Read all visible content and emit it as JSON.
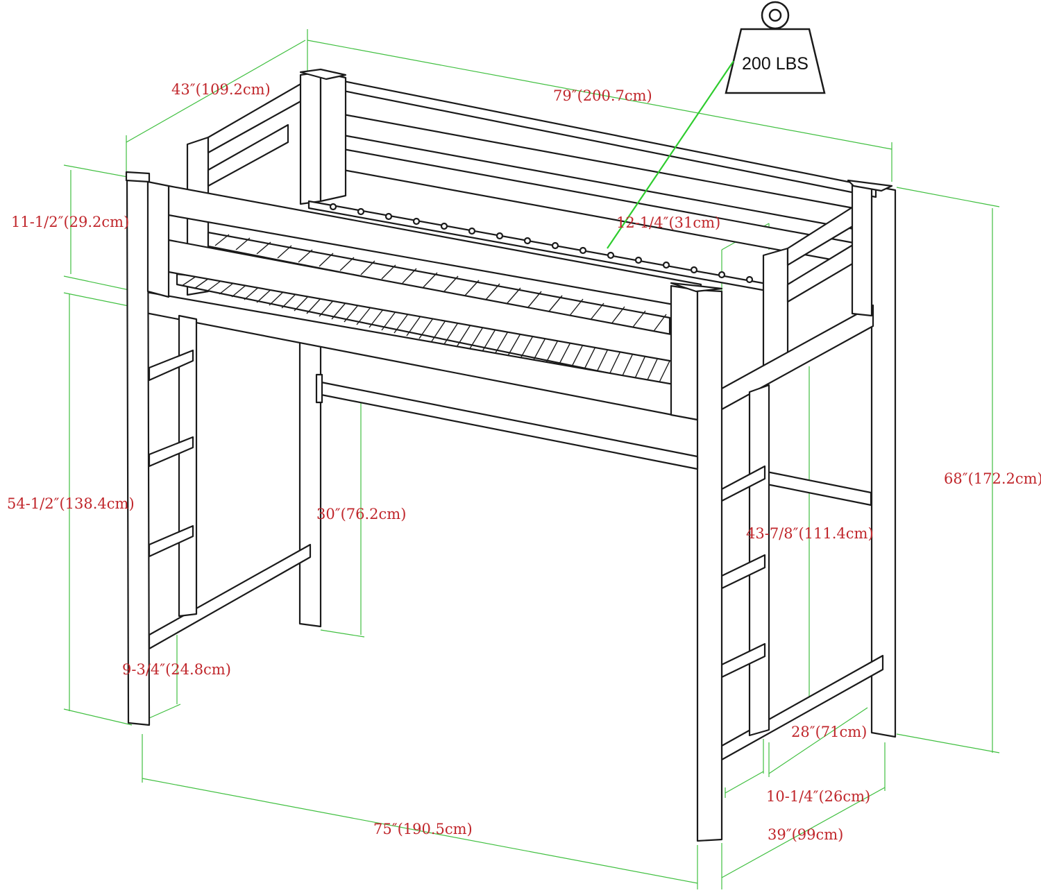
{
  "weight": {
    "label": "200 LBS"
  },
  "dimensions": {
    "depth_top": "43″(109.2cm)",
    "length_top": "79″(200.7cm)",
    "rail_height": "11-1/2″(29.2cm)",
    "guard_gap": "12-1/4″(31cm)",
    "overall_height": "68″(172.2cm)",
    "under_bed_height": "54-1/2″(138.4cm)",
    "desk_bar_height": "30″(76.2cm)",
    "ladder_height": "43-7/8″(111.4cm)",
    "ladder_rung_gap": "9-3/4″(24.8cm)",
    "end_width_inner": "28″(71cm)",
    "ladder_width": "10-1/4″(26cm)",
    "end_width_outer": "39″(99cm)",
    "length_floor": "75″(190.5cm)"
  },
  "colors": {
    "dimension_text": "#c0262b",
    "dimension_line": "#3fbf3f",
    "leader_line": "#2ecc2e",
    "outline": "#1a1a1a"
  }
}
